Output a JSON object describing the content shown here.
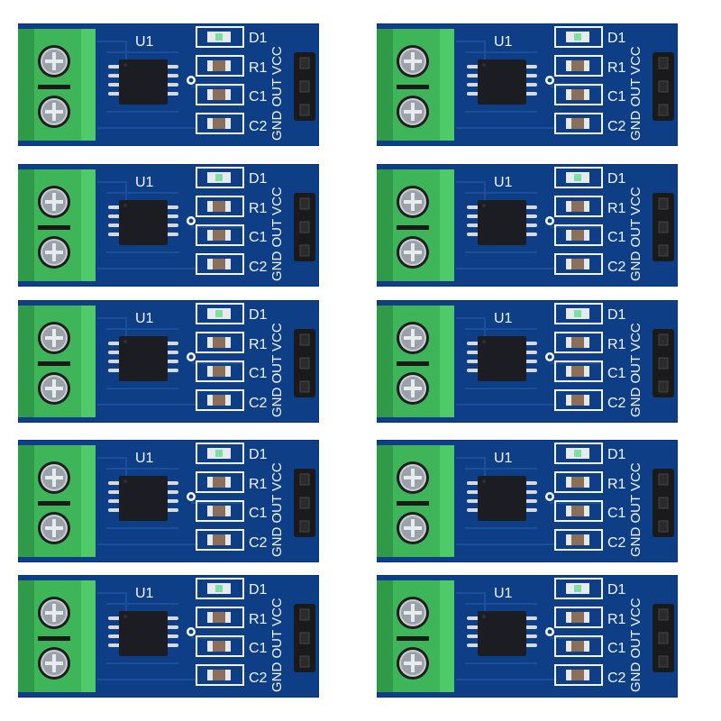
{
  "boards": [
    {
      "labels": {
        "u1": "U1",
        "d1": "D1",
        "r1": "R1",
        "c1": "C1",
        "c2": "C2"
      },
      "pins": "GND OUT VCC"
    },
    {
      "labels": {
        "u1": "U1",
        "d1": "D1",
        "r1": "R1",
        "c1": "C1",
        "c2": "C2"
      },
      "pins": "GND OUT VCC"
    },
    {
      "labels": {
        "u1": "U1",
        "d1": "D1",
        "r1": "R1",
        "c1": "C1",
        "c2": "C2"
      },
      "pins": "GND OUT VCC"
    },
    {
      "labels": {
        "u1": "U1",
        "d1": "D1",
        "r1": "R1",
        "c1": "C1",
        "c2": "C2"
      },
      "pins": "GND OUT VCC"
    },
    {
      "labels": {
        "u1": "U1",
        "d1": "D1",
        "r1": "R1",
        "c1": "C1",
        "c2": "C2"
      },
      "pins": "GND OUT VCC"
    },
    {
      "labels": {
        "u1": "U1",
        "d1": "D1",
        "r1": "R1",
        "c1": "C1",
        "c2": "C2"
      },
      "pins": "GND OUT VCC"
    },
    {
      "labels": {
        "u1": "U1",
        "d1": "D1",
        "r1": "R1",
        "c1": "C1",
        "c2": "C2"
      },
      "pins": "GND OUT VCC"
    },
    {
      "labels": {
        "u1": "U1",
        "d1": "D1",
        "r1": "R1",
        "c1": "C1",
        "c2": "C2"
      },
      "pins": "GND OUT VCC"
    },
    {
      "labels": {
        "u1": "U1",
        "d1": "D1",
        "r1": "R1",
        "c1": "C1",
        "c2": "C2"
      },
      "pins": "GND OUT VCC"
    },
    {
      "labels": {
        "u1": "U1",
        "d1": "D1",
        "r1": "R1",
        "c1": "C1",
        "c2": "C2"
      },
      "pins": "GND OUT VCC"
    }
  ],
  "colors": {
    "pcb": "#0e3f86",
    "terminal": "#3fb55a",
    "silkscreen": "#f2f5fa",
    "chip": "#1b1d22",
    "header": "#1a1a1a"
  }
}
